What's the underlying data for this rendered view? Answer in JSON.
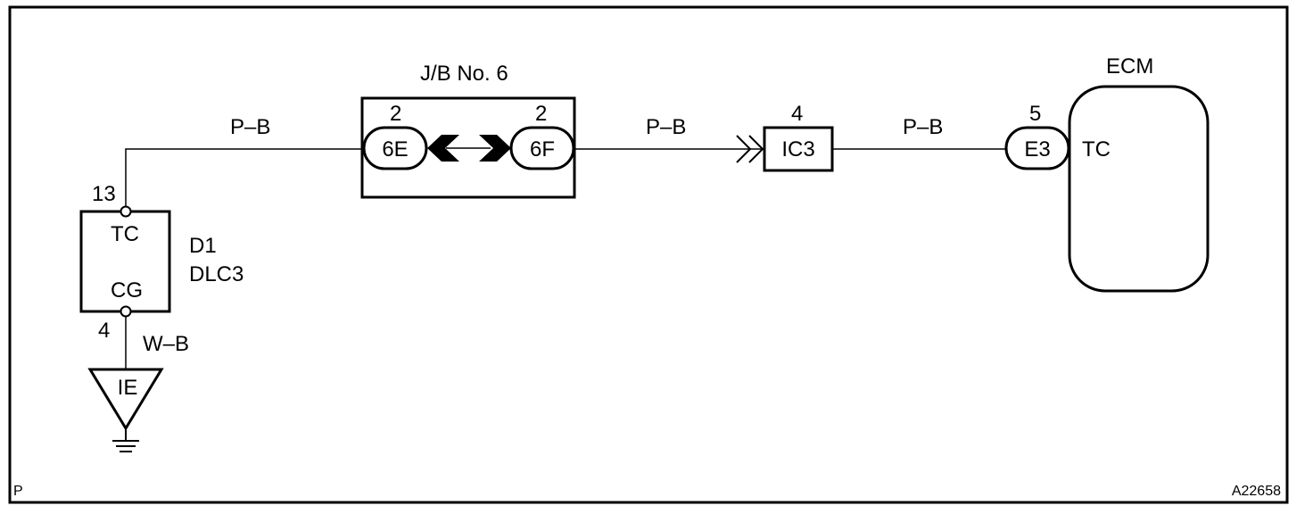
{
  "colors": {
    "line": "#000000",
    "background": "#ffffff"
  },
  "jb": {
    "title": "J/B No. 6",
    "left_pin": "2",
    "right_pin": "2",
    "left_connector": "6E",
    "right_connector": "6F"
  },
  "wires": {
    "left": "P–B",
    "middle": "P–B",
    "right": "P–B",
    "ground": "W–B"
  },
  "ic3": {
    "pin": "4",
    "label": "IC3"
  },
  "ecm": {
    "title": "ECM",
    "connector": "E3",
    "pin": "5",
    "terminal": "TC"
  },
  "dlc": {
    "pin_top": "13",
    "pin_bottom": "4",
    "terminal_top": "TC",
    "terminal_bottom": "CG",
    "id": "D1",
    "name": "DLC3"
  },
  "ground": {
    "label": "IE"
  },
  "footer": {
    "left": "P",
    "right": "A22658"
  }
}
